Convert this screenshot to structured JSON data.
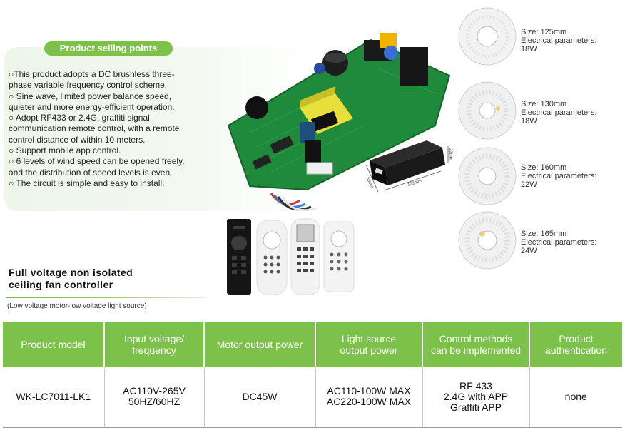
{
  "selling_points": {
    "title": "Product selling points",
    "bullets": [
      "○This product adopts a DC brushless three-",
      "phase variable frequency control scheme.",
      "○ Sine wave, limited power balance speed,",
      "quieter and more energy-efficient operation.",
      "○ Adopt RF433 or 2.4G, graffiti signal",
      "communication remote control, with a remote",
      "control distance of within 10 meters.",
      "○ Support mobile app control.",
      "○ 6 levels of wind speed can be opened freely,",
      "and the distribution of speed levels is even.",
      "○ The circuit is simple and easy to install."
    ]
  },
  "receiver_dims": {
    "length": "122mm",
    "width": "53mm",
    "height": "22mm"
  },
  "modules": [
    {
      "size": "Size: 125mm",
      "param_label": "Electrical parameters:",
      "power": "18W"
    },
    {
      "size": "Size: 130mm",
      "param_label": "Electrical parameters:",
      "power": "18W"
    },
    {
      "size": "Size: 160mm",
      "param_label": "Electrical parameters:",
      "power": "22W"
    },
    {
      "size": "Size: 165mm",
      "param_label": "Electrical parameters:",
      "power": "24W"
    }
  ],
  "controller": {
    "title_line1": "Full voltage non isolated",
    "title_line2": "ceiling fan controller",
    "subtitle": "(Low voltage motor-low voltage light source)"
  },
  "table": {
    "headers": [
      [
        "Product model"
      ],
      [
        "Input voltage/",
        "frequency"
      ],
      [
        "Motor output power"
      ],
      [
        "Light source",
        "output power"
      ],
      [
        "Control methods",
        "can be implemented"
      ],
      [
        "Product",
        "authentication"
      ]
    ],
    "row": [
      [
        "WK-LC7011-LK1"
      ],
      [
        "AC110V-265V",
        "50HZ/60HZ"
      ],
      [
        "DC45W"
      ],
      [
        "AC110-100W MAX",
        "AC220-100W MAX"
      ],
      [
        "RF 433",
        "2.4G with APP",
        "Graffiti APP"
      ],
      [
        "none"
      ]
    ]
  },
  "colors": {
    "accent": "#7cc24a",
    "pcb": "#1f8a3c",
    "panel": "#eef6ea"
  }
}
